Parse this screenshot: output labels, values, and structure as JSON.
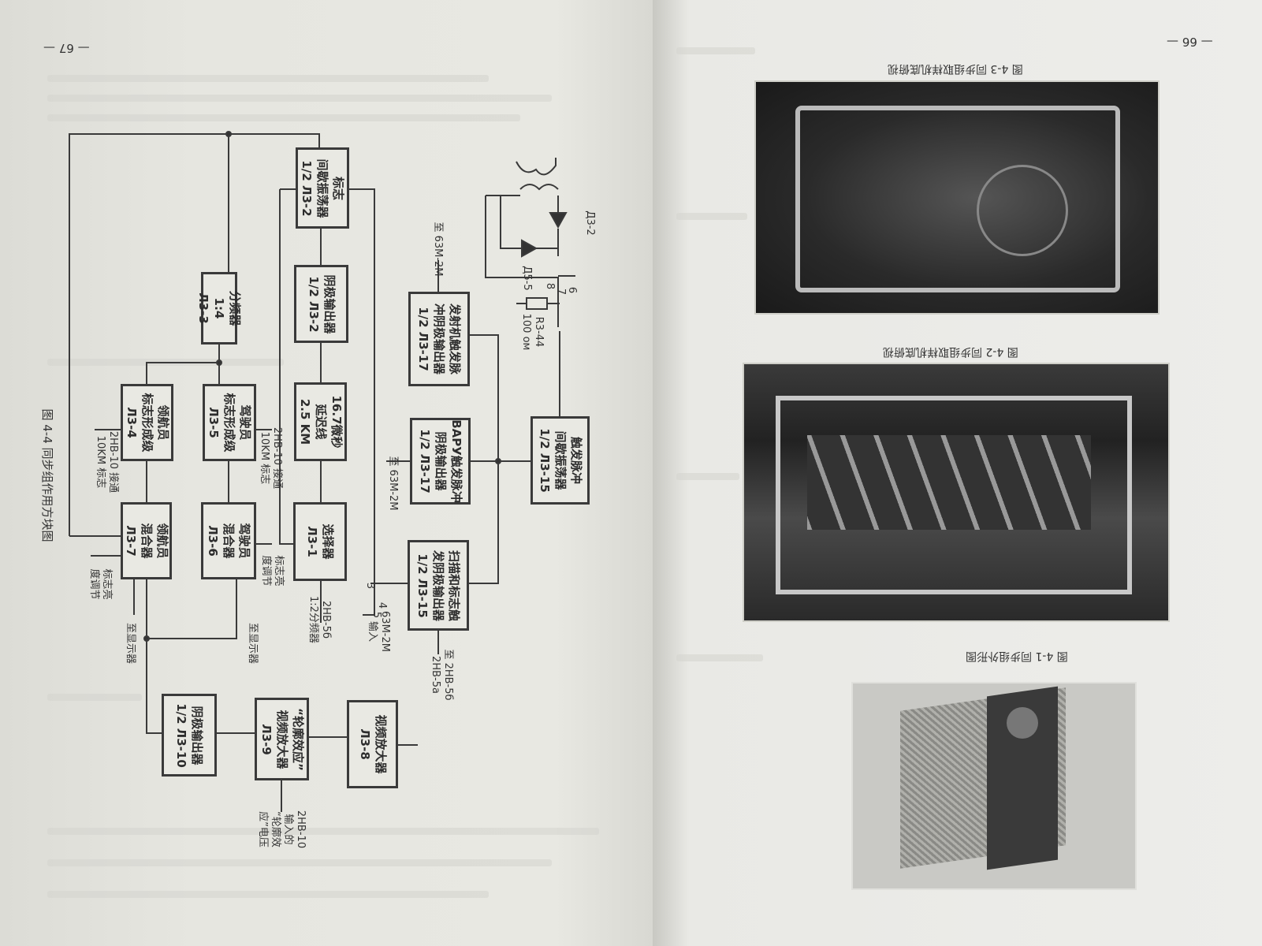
{
  "left_page": {
    "page_number": "— 67 —",
    "figure_caption": "图 4-4  同步组作用方块图",
    "blocks": [
      {
        "id": "l32a",
        "lines": [
          "标志",
          "间歇振荡器",
          "1/2 Л3-2"
        ]
      },
      {
        "id": "l32b",
        "lines": [
          "阴极输出器",
          "1/2 Л3-2"
        ]
      },
      {
        "id": "l33",
        "lines": [
          "分频器",
          "1:4",
          "Л3-3"
        ]
      },
      {
        "id": "delay",
        "lines": [
          "16.7微秒",
          "延迟线",
          "2.5 KM"
        ]
      },
      {
        "id": "l31",
        "lines": [
          "选择器",
          "Л3-1"
        ]
      },
      {
        "id": "l35",
        "lines": [
          "驾驶员",
          "标志形成级",
          "Л3-5"
        ]
      },
      {
        "id": "l34",
        "lines": [
          "领航员",
          "标志形成级",
          "Л3-4"
        ]
      },
      {
        "id": "l36",
        "lines": [
          "驾驶员",
          "混合器",
          "Л3-6"
        ]
      },
      {
        "id": "l37",
        "lines": [
          "领航员",
          "混合器",
          "Л3-7"
        ]
      },
      {
        "id": "l317a",
        "lines": [
          "发射机触发脉",
          "冲阴极输出器",
          "1/2 Л3-17"
        ]
      },
      {
        "id": "l317b",
        "lines": [
          "ВАРУ触发脉冲",
          "阴极输出器",
          "1/2 Л3-17"
        ]
      },
      {
        "id": "l315a",
        "lines": [
          "触发脉冲",
          "间歇振荡器",
          "1/2 Л3-15"
        ]
      },
      {
        "id": "l315b",
        "lines": [
          "扫描和标志触",
          "发阴极输出器",
          "1/2 Л3-15"
        ]
      },
      {
        "id": "l38",
        "lines": [
          "视频放大器",
          "Л3-8"
        ]
      },
      {
        "id": "l39",
        "lines": [
          "“轮廓效应”",
          "视频放大器",
          "Л3-9"
        ]
      },
      {
        "id": "l310",
        "lines": [
          "阴极输出器",
          "1/2 Л3-10"
        ]
      }
    ],
    "labels": [
      [
        "2НВ-10 接通",
        "10KM 标志"
      ],
      [
        "2НВ-10 接通",
        "10KM 标志"
      ],
      [
        "标志亮",
        "度调节"
      ],
      [
        "标志亮",
        "度调节"
      ],
      [
        "至显示器"
      ],
      [
        "至显示器"
      ],
      [
        "2НВ-5б",
        "1:2分频器"
      ],
      [
        "至 63М-2М"
      ],
      [
        "至 63М-2М"
      ],
      [
        "63М-2М",
        "输入"
      ],
      [
        "至 2НВ-5б",
        "2НВ-5а"
      ],
      [
        "2НВ-10",
        "输入的",
        "“轮廓效",
        "应”电压"
      ],
      [
        "Д3-2"
      ],
      [
        "Д5-5"
      ],
      [
        "R3-44",
        "100 ом"
      ],
      [
        "6"
      ],
      [
        "7"
      ],
      [
        "8"
      ],
      [
        "3"
      ],
      [
        "4"
      ],
      [
        "5"
      ]
    ]
  },
  "right_page": {
    "page_number": "— 66 —",
    "figures": [
      {
        "caption": "图 4-3  同步组取样机底俯视"
      },
      {
        "caption": "图 4-2  同步组取样机底俯视"
      },
      {
        "caption": "图 4-1  同步组外形图"
      }
    ]
  }
}
